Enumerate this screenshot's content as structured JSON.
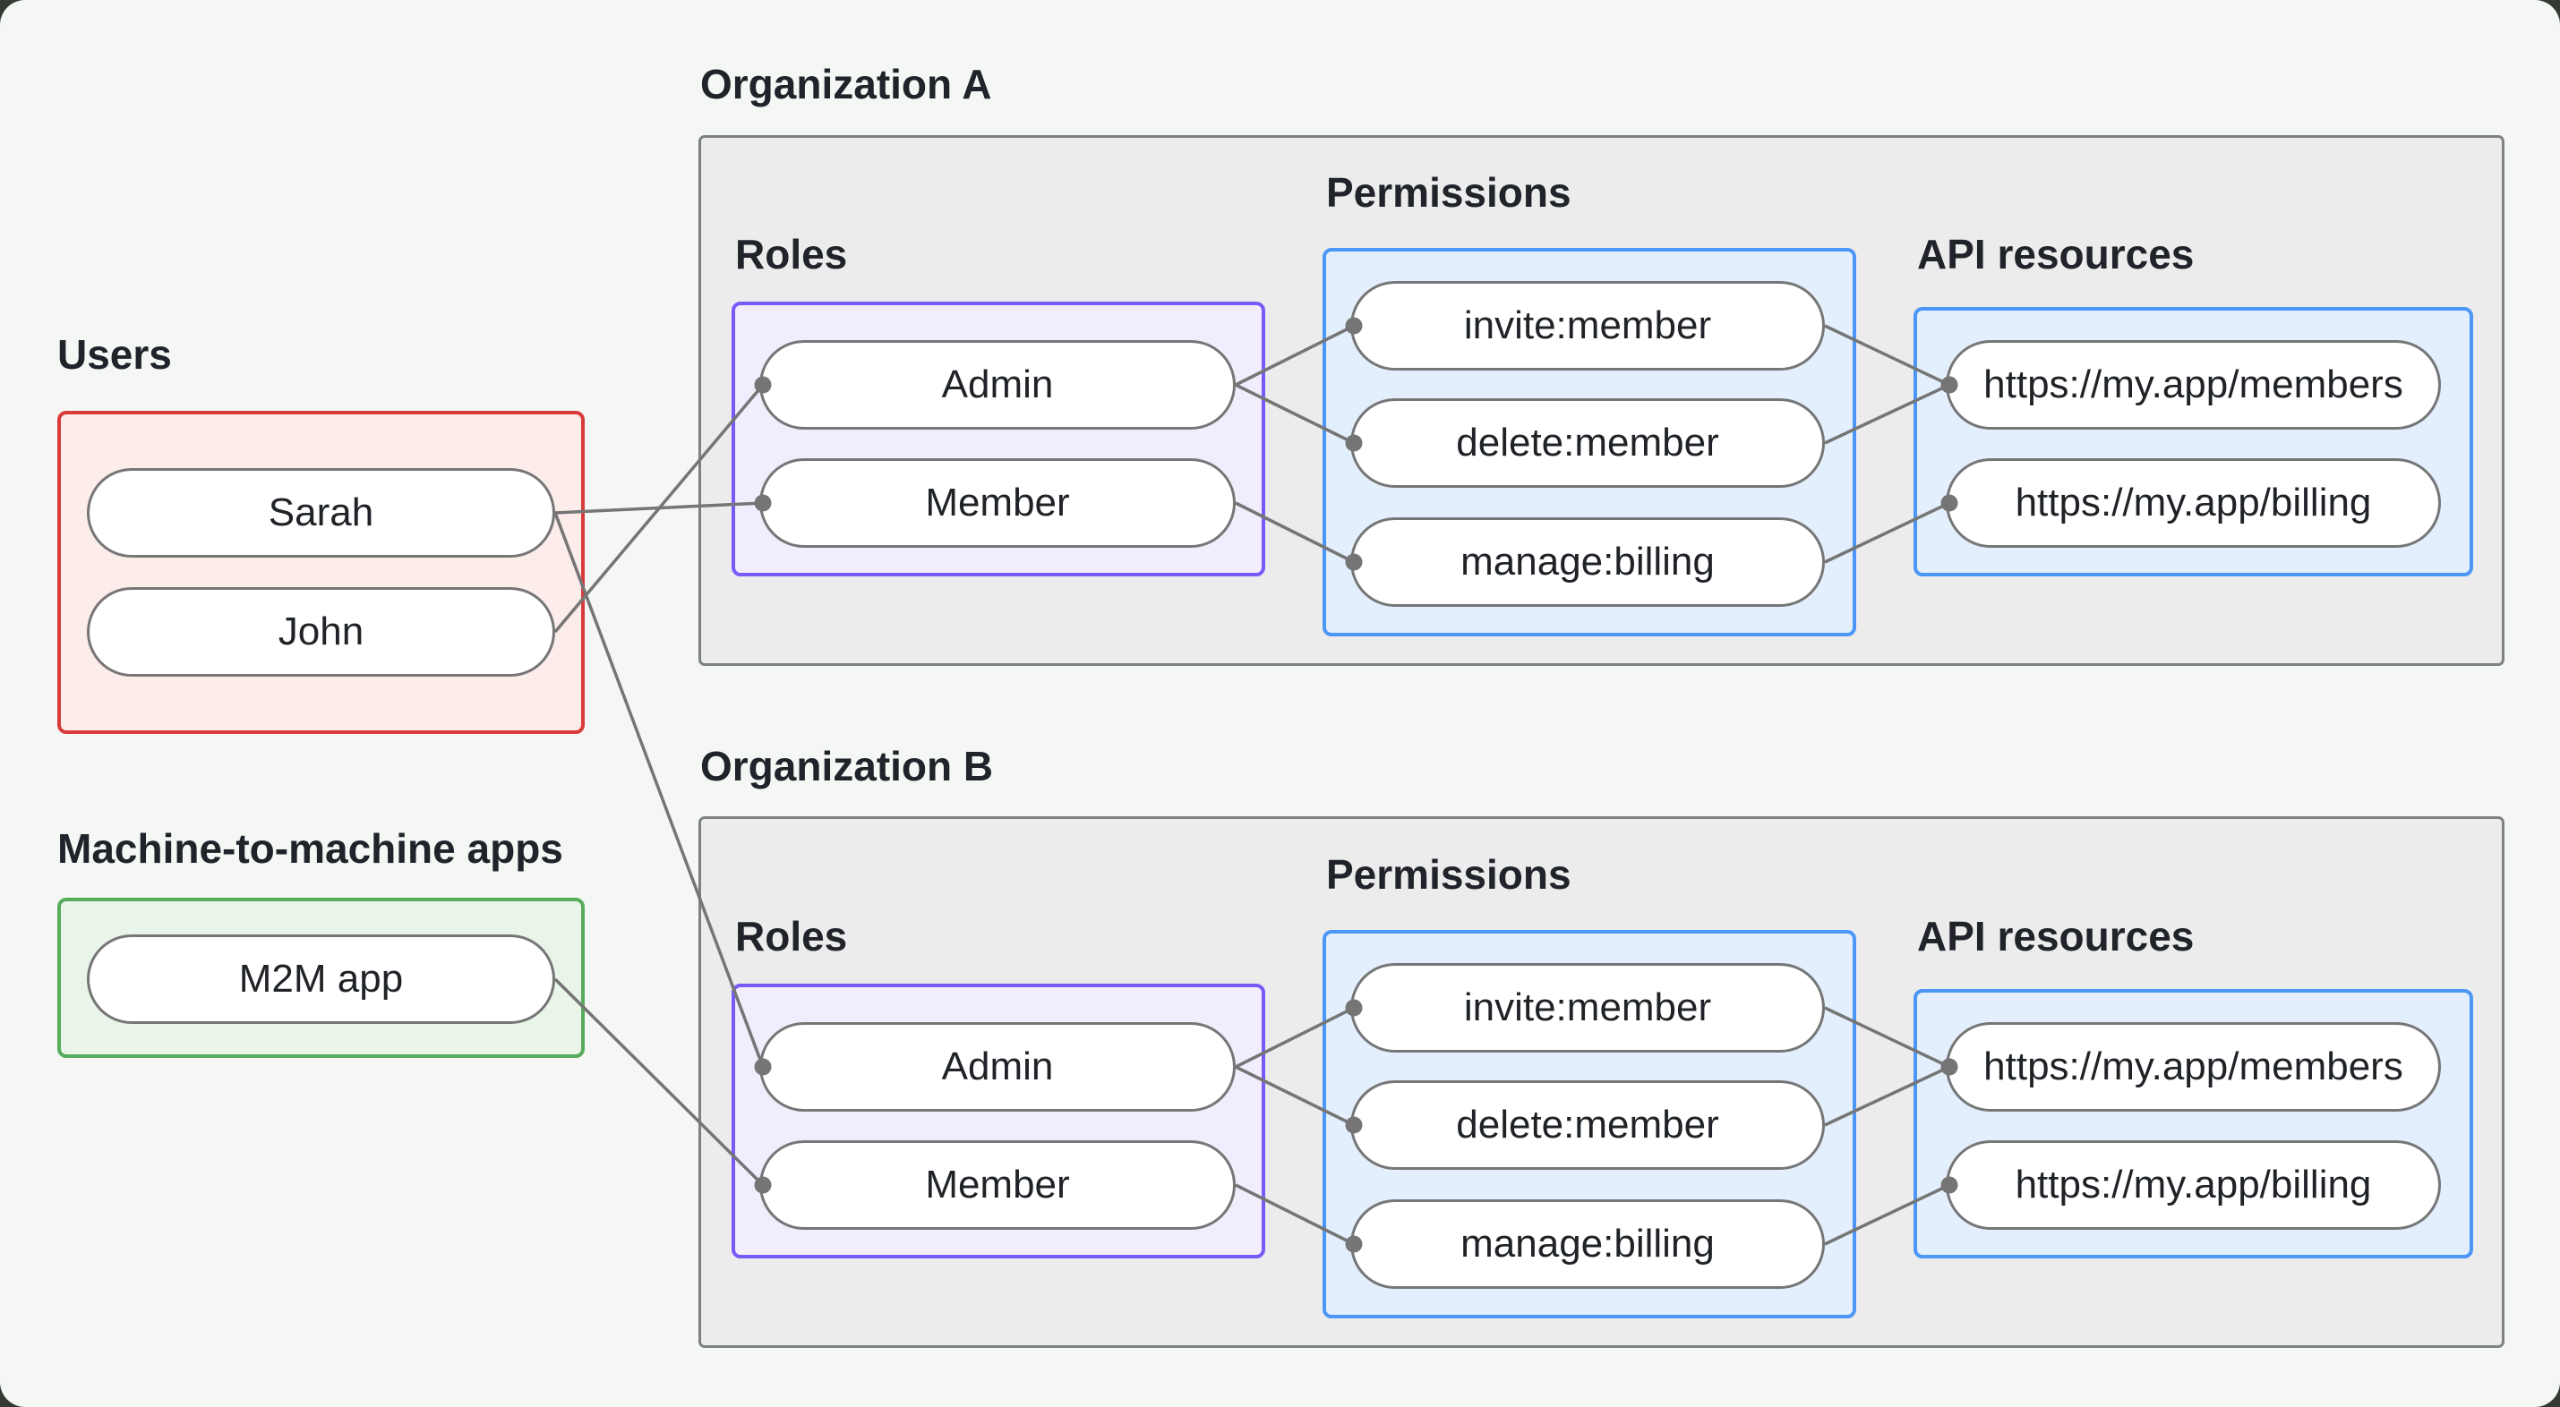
{
  "users_group": {
    "label": "Users",
    "items": [
      "Sarah",
      "John"
    ]
  },
  "m2m_group": {
    "label": "Machine-to-machine apps",
    "items": [
      "M2M app"
    ]
  },
  "org_a": {
    "label": "Organization A",
    "roles": {
      "label": "Roles",
      "items": [
        "Admin",
        "Member"
      ]
    },
    "permissions": {
      "label": "Permissions",
      "items": [
        "invite:member",
        "delete:member",
        "manage:billing"
      ]
    },
    "api": {
      "label": "API resources",
      "items": [
        "https://my.app/members",
        "https://my.app/billing"
      ]
    }
  },
  "org_b": {
    "label": "Organization B",
    "roles": {
      "label": "Roles",
      "items": [
        "Admin",
        "Member"
      ]
    },
    "permissions": {
      "label": "Permissions",
      "items": [
        "invite:member",
        "delete:member",
        "manage:billing"
      ]
    },
    "api": {
      "label": "API resources",
      "items": [
        "https://my.app/members",
        "https://my.app/billing"
      ]
    }
  },
  "edges": [
    {
      "from": "sarah",
      "to": "a_member"
    },
    {
      "from": "john",
      "to": "a_admin"
    },
    {
      "from": "sarah",
      "to": "b_admin"
    },
    {
      "from": "m2m",
      "to": "b_member"
    },
    {
      "from": "a_admin",
      "to": "a_invite"
    },
    {
      "from": "a_admin",
      "to": "a_delete"
    },
    {
      "from": "a_member",
      "to": "a_manage"
    },
    {
      "from": "a_invite",
      "to": "a_members"
    },
    {
      "from": "a_delete",
      "to": "a_members"
    },
    {
      "from": "a_manage",
      "to": "a_billing"
    },
    {
      "from": "b_admin",
      "to": "b_invite"
    },
    {
      "from": "b_admin",
      "to": "b_delete"
    },
    {
      "from": "b_member",
      "to": "b_manage"
    },
    {
      "from": "b_invite",
      "to": "b_members"
    },
    {
      "from": "b_delete",
      "to": "b_members"
    },
    {
      "from": "b_manage",
      "to": "b_billing"
    }
  ],
  "colors": {
    "canvas_bg": "#f5f7f5",
    "users_border": "#d93b3b",
    "users_fill": "#fcecea",
    "m2m_border": "#57ac5c",
    "m2m_fill": "#e9f5e9",
    "roles_border": "#7a5af6",
    "roles_fill": "#f2edfc",
    "blue_border": "#4b96f7",
    "blue_fill": "#e3effd",
    "org_border": "#7d8280",
    "org_fill": "#ececec",
    "node_border": "#767676",
    "connector": "#757575",
    "text": "#20242a"
  }
}
